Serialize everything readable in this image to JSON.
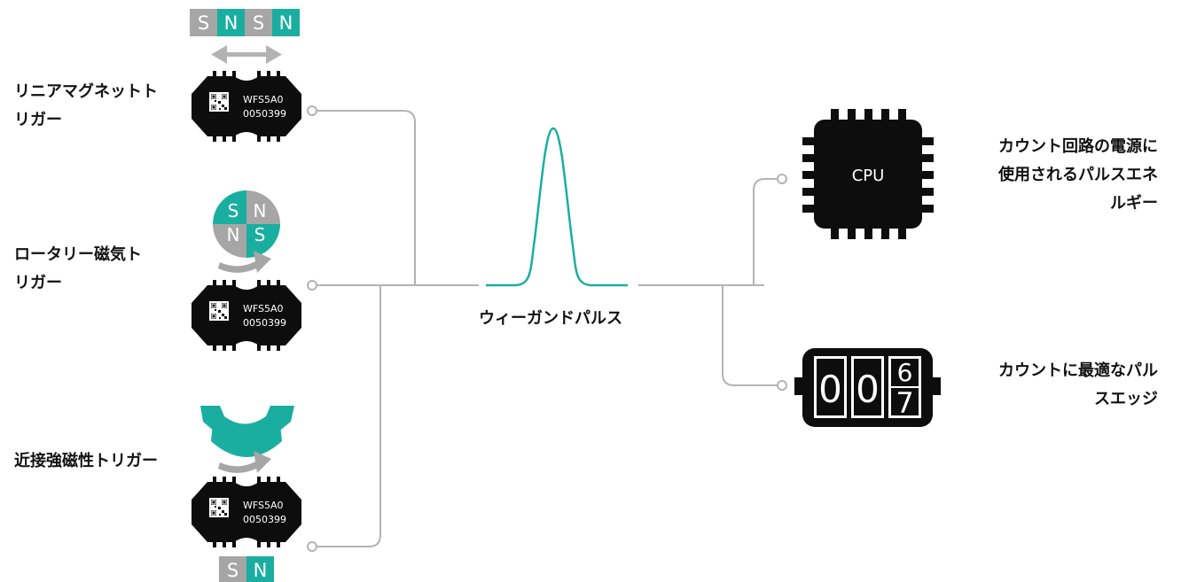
{
  "triggers": {
    "linear": {
      "lines": [
        "リニアマグネットト",
        "リガー"
      ],
      "magnet_strip": [
        "S",
        "N",
        "S",
        "N"
      ]
    },
    "rotary": {
      "lines": [
        "ロータリー磁気ト",
        "リガー"
      ],
      "disk_quadrants": [
        "S",
        "N",
        "N",
        "S"
      ]
    },
    "proximity": {
      "lines": [
        "近接強磁性トリガー"
      ],
      "magnet_strip": [
        "S",
        "N"
      ]
    }
  },
  "sensor_chip": {
    "line1": "WFS5A0",
    "line2": "0050399"
  },
  "pulse": {
    "label": "ウィーガンドパルス"
  },
  "outputs": {
    "cpu": {
      "chip_label": "CPU",
      "lines": [
        "カウント回路の電源に",
        "使用されるパルスエネ",
        "ルギー"
      ]
    },
    "counter": {
      "digits": [
        "0",
        "0",
        "6",
        "7"
      ],
      "lines": [
        "カウントに最適なパル",
        "スエッジ"
      ]
    }
  },
  "colors": {
    "teal": "#1aaea0",
    "gray_magnet": "#a6a6a6",
    "line": "#b3b3b3",
    "chip": "#0d0d0d"
  }
}
